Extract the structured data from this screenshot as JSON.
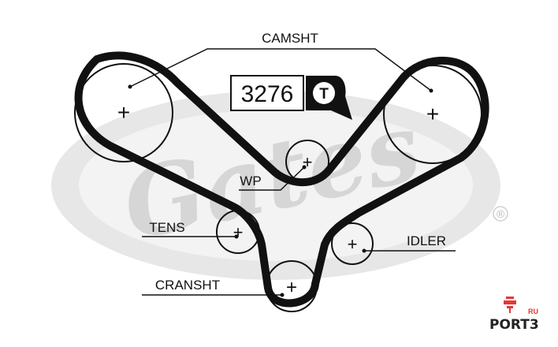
{
  "diagram": {
    "labels": {
      "camshaft": "CAMSHT",
      "water_pump": "WP",
      "tensioner": "TENS",
      "idler": "IDLER",
      "crankshaft": "CRANSHT"
    },
    "part_code": "3276",
    "part_code_badge": "T",
    "watermark_brand": "Gates",
    "watermark_mark": "®",
    "pulley_marker": "+"
  },
  "logo": {
    "text": "PORT3",
    "suffix": "RU"
  },
  "colors": {
    "belt": "#111111",
    "watermark": "#e3e3e3",
    "logo_accent": "#e53935"
  }
}
